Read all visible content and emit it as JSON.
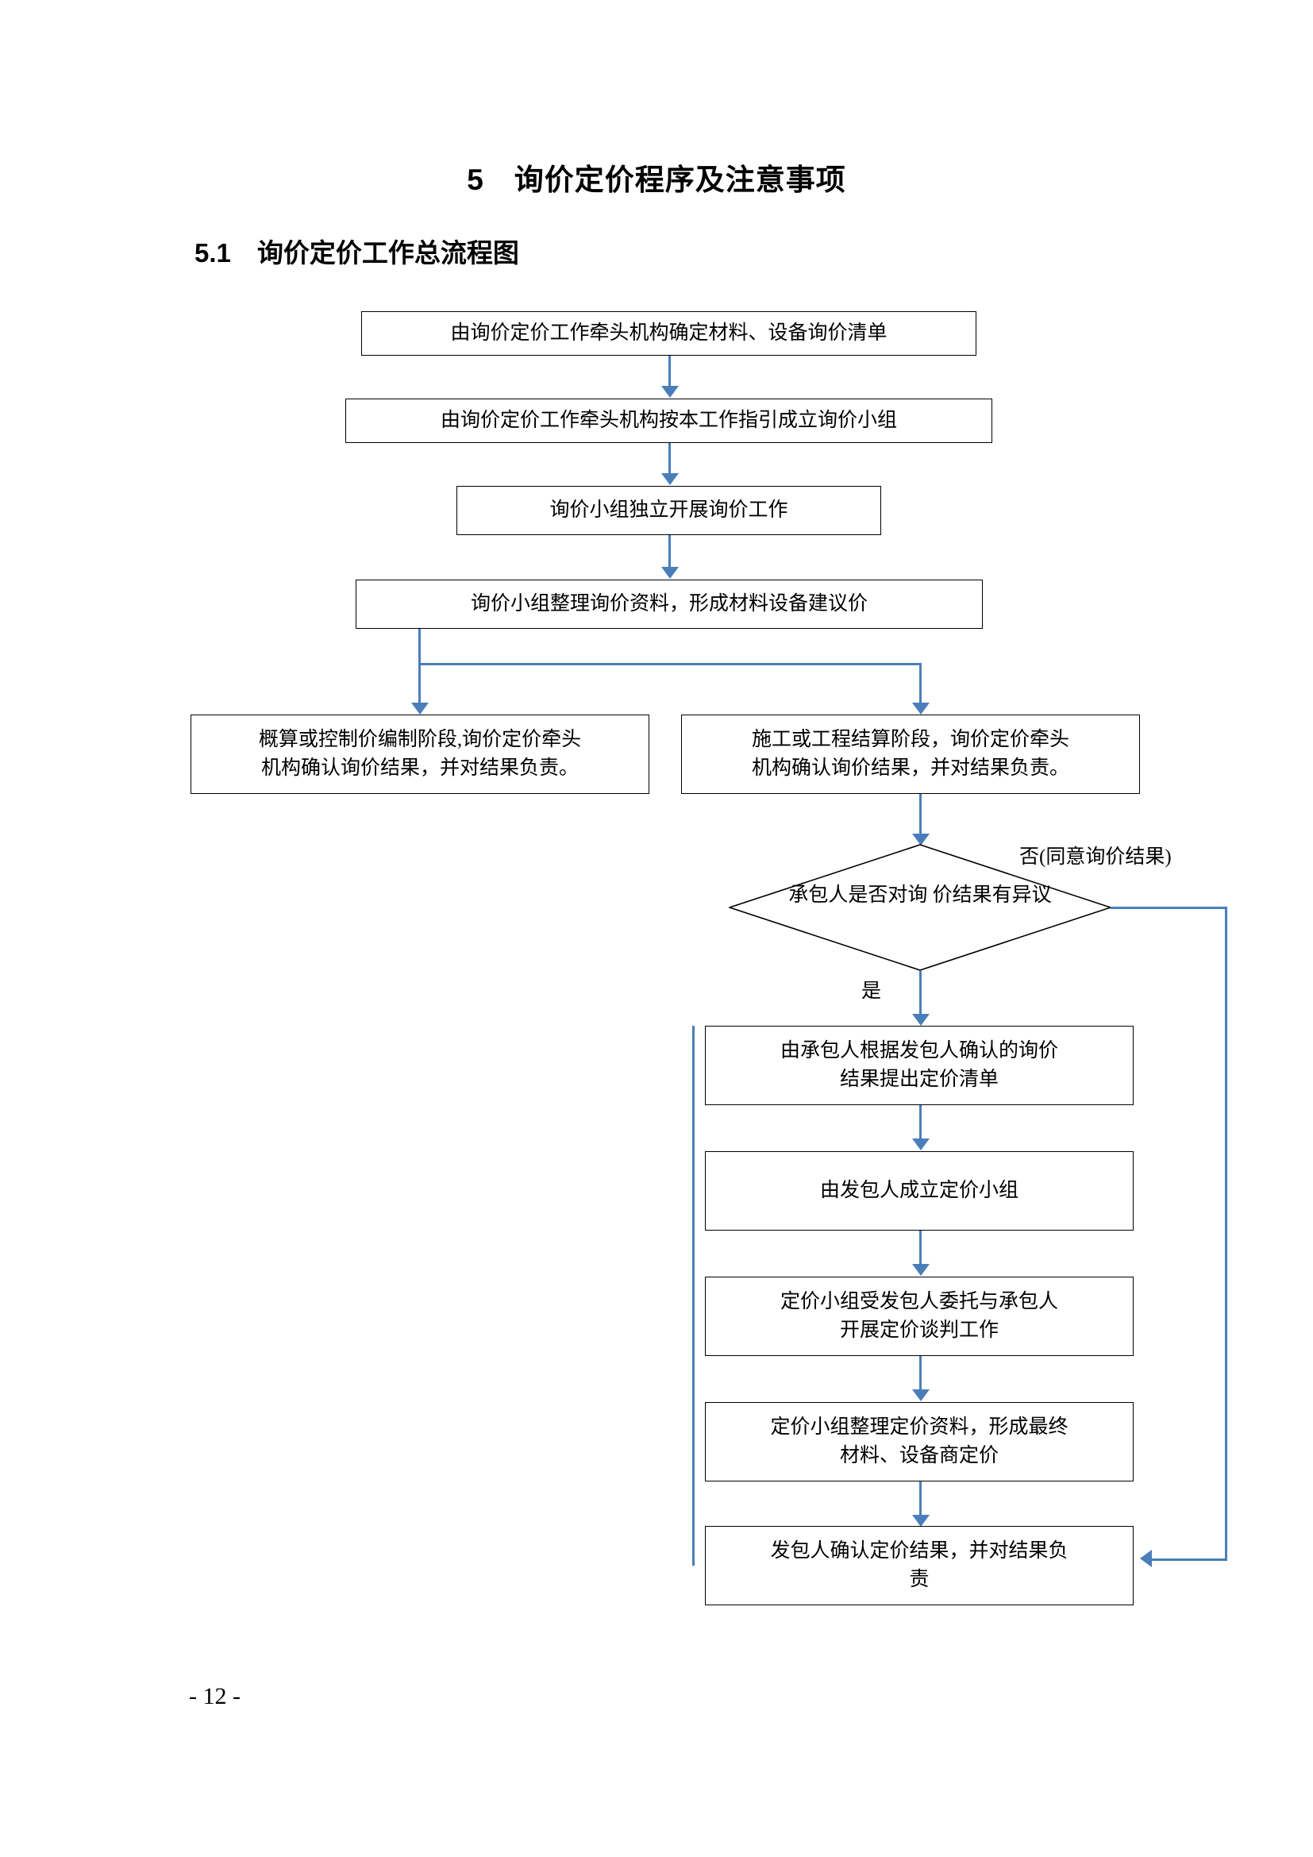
{
  "document": {
    "heading": "5　询价定价程序及注意事项",
    "subheading": "5.1　询价定价工作总流程图",
    "page_number": "- 12 -"
  },
  "colors": {
    "connector": "#4a7ebb",
    "node_border": "#000000",
    "text": "#000000",
    "background": "#ffffff"
  },
  "flowchart": {
    "type": "flowchart",
    "title": "询价定价工作总流程图",
    "nodes": [
      {
        "id": "n1",
        "shape": "rect",
        "text": "由询价定价工作牵头机构确定材料、设备询价清单"
      },
      {
        "id": "n2",
        "shape": "rect",
        "text": "由询价定价工作牵头机构按本工作指引成立询价小组"
      },
      {
        "id": "n3",
        "shape": "rect",
        "text": "询价小组独立开展询价工作"
      },
      {
        "id": "n4",
        "shape": "rect",
        "text": "询价小组整理询价资料，形成材料设备建议价"
      },
      {
        "id": "n5",
        "shape": "rect",
        "line1": "概算或控制价编制阶段,询价定价牵头",
        "line2": "机构确认询价结果，并对结果负责。"
      },
      {
        "id": "n6",
        "shape": "rect",
        "line1": "施工或工程结算阶段，询价定价牵头",
        "line2": "机构确认询价结果，并对结果负责。"
      },
      {
        "id": "n7",
        "shape": "diamond",
        "line1": "承包人是否对询",
        "line2": "价结果有异议"
      },
      {
        "id": "n8",
        "shape": "rect",
        "line1": "由承包人根据发包人确认的询价",
        "line2": "结果提出定价清单"
      },
      {
        "id": "n9",
        "shape": "rect",
        "text": "由发包人成立定价小组"
      },
      {
        "id": "n10",
        "shape": "rect",
        "line1": "定价小组受发包人委托与承包人",
        "line2": "开展定价谈判工作"
      },
      {
        "id": "n11",
        "shape": "rect",
        "line1": "定价小组整理定价资料，形成最终",
        "line2": "材料、设备商定价"
      },
      {
        "id": "n12",
        "shape": "rect",
        "line1": "发包人确认定价结果，并对结果负",
        "line2": "责"
      }
    ],
    "edge_labels": {
      "no_branch": "否(同意询价结果)",
      "yes_branch": "是"
    }
  }
}
